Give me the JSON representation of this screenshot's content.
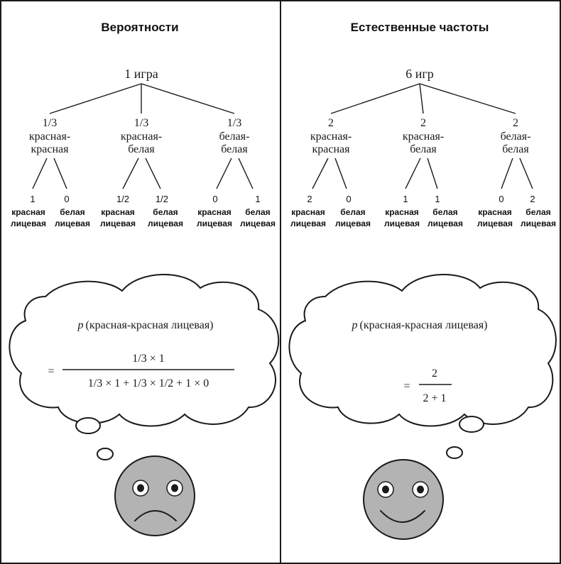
{
  "panels": [
    {
      "id": "probabilities",
      "title": "Вероятности",
      "root": "1 игра",
      "branches": [
        {
          "value": "1/3",
          "label": [
            "красная-",
            "красная"
          ],
          "leaves": [
            {
              "value": "1",
              "label": [
                "красная",
                "лицевая"
              ]
            },
            {
              "value": "0",
              "label": [
                "белая",
                "лицевая"
              ]
            }
          ]
        },
        {
          "value": "1/3",
          "label": [
            "красная-",
            "белая"
          ],
          "leaves": [
            {
              "value": "1/2",
              "label": [
                "красная",
                "лицевая"
              ]
            },
            {
              "value": "1/2",
              "label": [
                "белая",
                "лицевая"
              ]
            }
          ]
        },
        {
          "value": "1/3",
          "label": [
            "белая-",
            "белая"
          ],
          "leaves": [
            {
              "value": "0",
              "label": [
                "красная",
                "лицевая"
              ]
            },
            {
              "value": "1",
              "label": [
                "белая",
                "лицевая"
              ]
            }
          ]
        }
      ],
      "formula": {
        "p_symbol": "p",
        "expression": "(красная-красная лицевая)",
        "equals": "=",
        "numerator": "1/3 × 1",
        "denominator": "1/3 × 1 + 1/3 × 1/2 + 1 × 0"
      },
      "face": {
        "mood": "sad",
        "icon": "sad-face-icon"
      }
    },
    {
      "id": "natural_frequencies",
      "title": "Естественные частоты",
      "root": "6 игр",
      "branches": [
        {
          "value": "2",
          "label": [
            "красная-",
            "красная"
          ],
          "leaves": [
            {
              "value": "2",
              "label": [
                "красная",
                "лицевая"
              ]
            },
            {
              "value": "0",
              "label": [
                "белая",
                "лицевая"
              ]
            }
          ]
        },
        {
          "value": "2",
          "label": [
            "красная-",
            "белая"
          ],
          "leaves": [
            {
              "value": "1",
              "label": [
                "красная",
                "лицевая"
              ]
            },
            {
              "value": "1",
              "label": [
                "белая",
                "лицевая"
              ]
            }
          ]
        },
        {
          "value": "2",
          "label": [
            "белая-",
            "белая"
          ],
          "leaves": [
            {
              "value": "0",
              "label": [
                "красная",
                "лицевая"
              ]
            },
            {
              "value": "2",
              "label": [
                "белая",
                "лицевая"
              ]
            }
          ]
        }
      ],
      "formula": {
        "p_symbol": "p",
        "expression": "(красная-красная лицевая)",
        "equals": "=",
        "numerator": "2",
        "denominator": "2 + 1"
      },
      "face": {
        "mood": "happy",
        "icon": "happy-face-icon"
      }
    }
  ],
  "colors": {
    "ink": "#1a1a1a",
    "face": "#b3b3b3",
    "background": "#ffffff"
  }
}
